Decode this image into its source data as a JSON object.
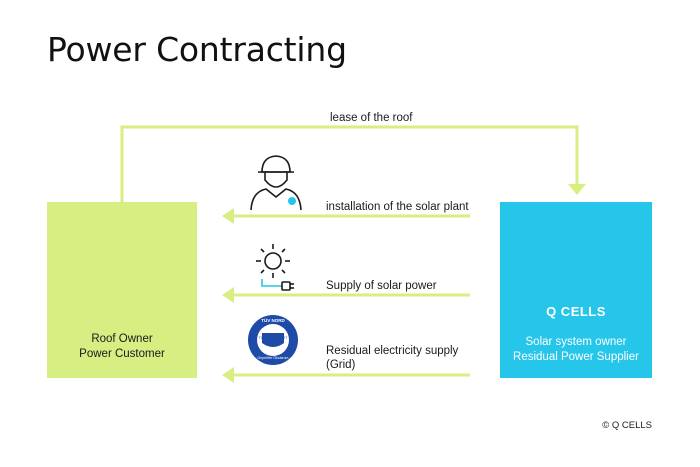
{
  "title": "Power Contracting",
  "roof_lease": {
    "label": "lease of the roof"
  },
  "flows": [
    {
      "label": "installation of the solar plant",
      "icon": "installer-person-icon"
    },
    {
      "label": "Supply of solar power",
      "icon": "sun-plug-icon"
    },
    {
      "label": "Residual electricity supply\n(Grid)",
      "icon": "tuv-nord-seal-icon"
    }
  ],
  "left_box": {
    "line1": "Roof Owner",
    "line2": "Power Customer",
    "color": "#d7ee82"
  },
  "right_box": {
    "brand": "Q CELLS",
    "line1": "Solar system owner",
    "line2": "Residual Power Supplier",
    "color": "#25c6ea"
  },
  "seal": {
    "top_text": "TÜV NORD",
    "middle_text": "TÜV NORD CERT GmbH",
    "bottom_text": "Geprüfter Ökostrom"
  },
  "arrow_color": "#d7ee82",
  "copyright": "© Q CELLS"
}
